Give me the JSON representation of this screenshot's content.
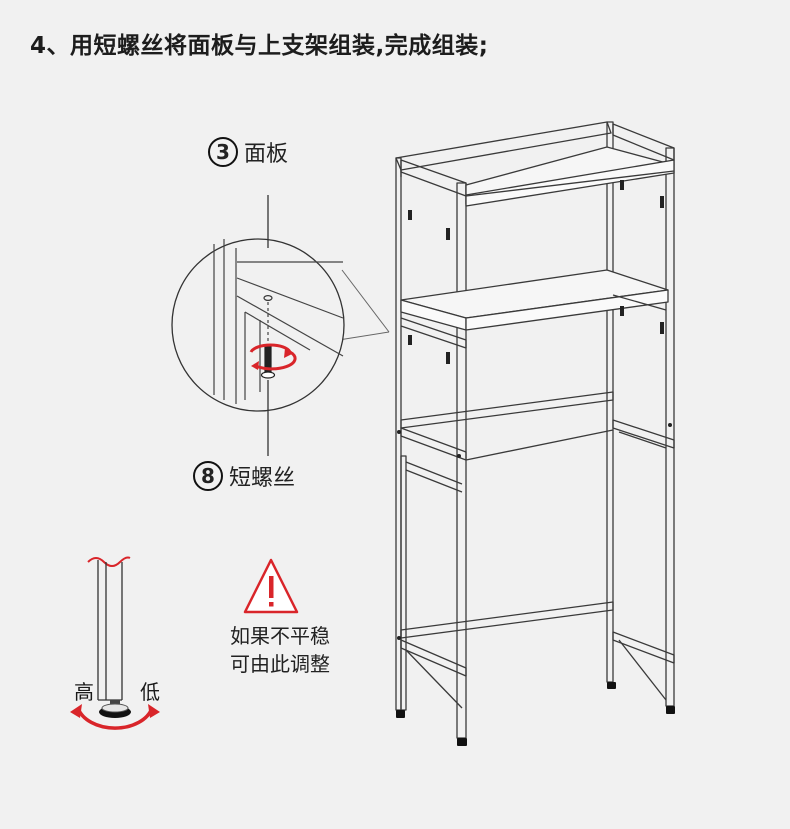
{
  "title": "4、用短螺丝将面板与上支架组装,完成组装;",
  "parts": {
    "panel": {
      "number": "3",
      "name": "面板"
    },
    "screw": {
      "number": "8",
      "name": "短螺丝"
    }
  },
  "foot": {
    "high": "高",
    "low": "低"
  },
  "warning": {
    "line1": "如果不平稳",
    "line2": "可由此调整"
  },
  "colors": {
    "accent": "#d9252a",
    "line": "#333333",
    "background": "#f1f1f1"
  }
}
